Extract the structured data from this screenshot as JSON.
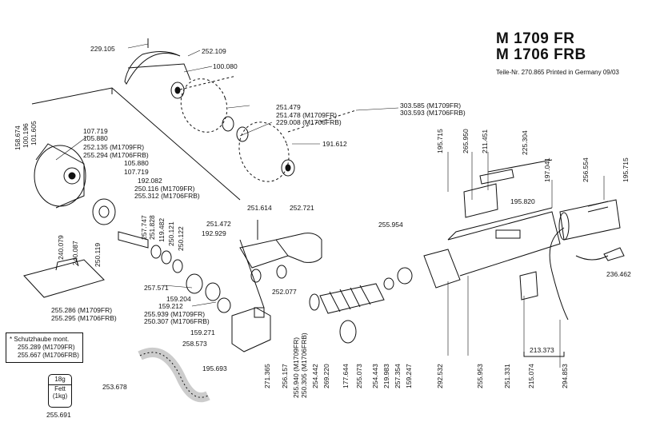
{
  "header": {
    "title_1": "M 1709 FR",
    "title_2": "M 1706 FRB",
    "meta": "Teile-Nr. 270.865  Printed in Germany  09/03"
  },
  "labels_h": [
    "229.105",
    "252.109",
    "100.080",
    "251.479",
    "251.478 (M1709FR)",
    "229.008 (M1706FRB)",
    "303.585 (M1709FR)",
    "303.593 (M1706FRB)",
    "107.719",
    "105.880",
    "252.135 (M1709FR)",
    "255.294 (M1706FRB)",
    "105.880",
    "107.719",
    "192.082",
    "250.116 (M1709FR)",
    "255.312 (M1706FRB)",
    "191.612",
    "251.614",
    "252.721",
    "251.472",
    "192.929",
    "255.954",
    "195.820",
    "236.462",
    "255.286 (M1709FR)",
    "255.295 (M1706FRB)",
    "257.571",
    "159.204",
    "159.212",
    "255.939 (M1709FR)",
    "250.307 (M1706FRB)",
    "159.271",
    "258.573",
    "195.693",
    "253.678",
    "252.077",
    "213.373"
  ],
  "labels_v": [
    "158.674",
    "100.196",
    "101.605",
    "257.747",
    "251.828",
    "119.482",
    "250.121",
    "250.122",
    "250.119",
    "240.079",
    "240.087",
    "195.715",
    "265.950",
    "211.451",
    "225.304",
    "197.041",
    "256.554",
    "195.715",
    "271.365",
    "256.157",
    "255.940 (M1709FR)",
    "250.305 (M1706FRB)",
    "254.442",
    "269.220",
    "177.644",
    "255.073",
    "254.443",
    "219.983",
    "257.354",
    "159.247",
    "292.532",
    "255.953",
    "251.331",
    "215.074",
    "294.853"
  ],
  "note_box": {
    "title": "* Schutzhaube mont.",
    "line_1": "255.289 (M1709FR)",
    "line_2": "255.667 (M1706FRB)"
  },
  "grease": {
    "top": "18g",
    "mid": "Fett",
    "low": "(1kg)",
    "part": "255.691"
  }
}
